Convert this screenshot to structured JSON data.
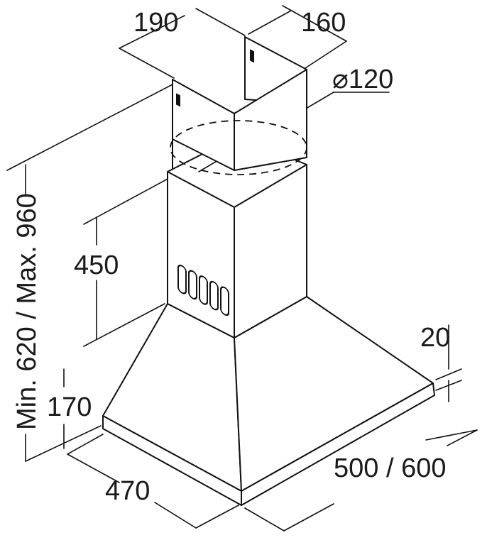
{
  "dimensions": {
    "chimney_width": "190",
    "chimney_depth": "160",
    "duct_diameter": "⌀120",
    "chimney_lower_height": "450",
    "overall_height": "Min. 620 / Max. 960",
    "canopy_height": "170",
    "canopy_edge_thickness": "20",
    "hood_depth": "470",
    "hood_width": "500 / 600"
  },
  "colors": {
    "line": "#111111",
    "background": "#ffffff"
  }
}
